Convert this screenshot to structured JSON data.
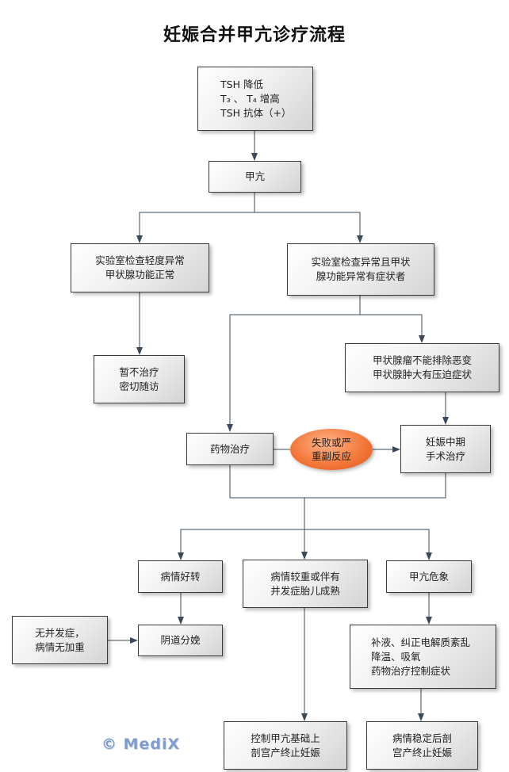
{
  "title": "妊娠合并甲亢诊疗流程",
  "nodes": {
    "lab": [
      "TSH  降低",
      "T₃ 、  T₄  增高",
      "TSH  抗体（+）"
    ],
    "hyper": [
      "甲亢"
    ],
    "mild": [
      "实验室检查轻度异常",
      "甲状腺功能正常"
    ],
    "abnormal": [
      "实验室检查异常且甲状",
      "腺功能异常有症状者"
    ],
    "observe": [
      "暂不治疗",
      "密切随访"
    ],
    "tumor": [
      "甲状腺瘤不能排除恶变",
      "甲状腺肿大有压迫症状"
    ],
    "drug": [
      "药物治疗"
    ],
    "failure": [
      "失败或严",
      "重副反应"
    ],
    "surgery": [
      "妊娠中期",
      "手术治疗"
    ],
    "improve": [
      "病情好转"
    ],
    "severe": [
      "病情较重或伴有",
      "并发症胎儿成熟"
    ],
    "crisis": [
      "甲亢危象"
    ],
    "nocomp": [
      "无并发症，",
      "病情无加重"
    ],
    "vaginal": [
      "阴道分娩"
    ],
    "support": [
      "补液、纠正电解质紊乱",
      "降温、吸氧",
      "药物治疗控制症状"
    ],
    "cs1": [
      "控制甲亢基础上",
      "剖宫产终止妊娠"
    ],
    "cs2": [
      "病情稳定后剖",
      "宫产终止妊娠"
    ]
  },
  "watermark": "© MediX"
}
